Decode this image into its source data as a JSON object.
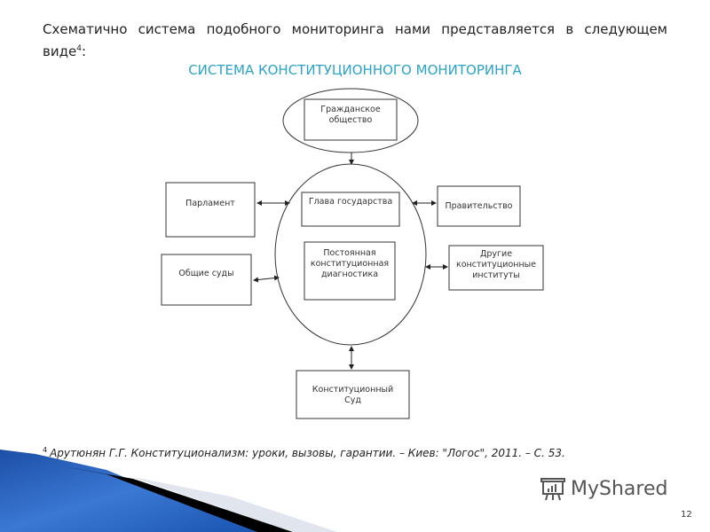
{
  "slide": {
    "intro_text": "Схематично система подобного мониторинга  нами представляется в следующем виде",
    "intro_footnote_ref": "4",
    "intro_suffix": ":",
    "diagram_title": "СИСТЕМА КОНСТИТУЦИОННОГО МОНИТОРИНГА",
    "footnote_ref": "4",
    "footnote_text": "Арутюнян Г.Г. Конституционализм: уроки, вызовы, гарантии. – Киев: \"Логос\", 2011. – С. 53.",
    "page_number": "12"
  },
  "diagram": {
    "civil_society": {
      "line1": "Гражданское",
      "line2": "общество"
    },
    "head_of_state": "Глава государства",
    "diagnostics": {
      "line1": "Постоянная",
      "line2": "конституционная",
      "line3": "диагностика"
    },
    "parliament": "Парламент",
    "government": "Правительство",
    "general_courts": "Общие суды",
    "other_institutions": {
      "line1": "Другие",
      "line2": "конституционные",
      "line3": "институты"
    },
    "constitutional_court": {
      "line1": "Конституционный",
      "line2": "Суд"
    }
  },
  "watermark": {
    "text": "MyShared",
    "icon": "presentation-board-icon"
  },
  "colors": {
    "title": "#2ba3c9",
    "swoosh_blue": "#1f5fb8",
    "swoosh_black": "#000000"
  }
}
